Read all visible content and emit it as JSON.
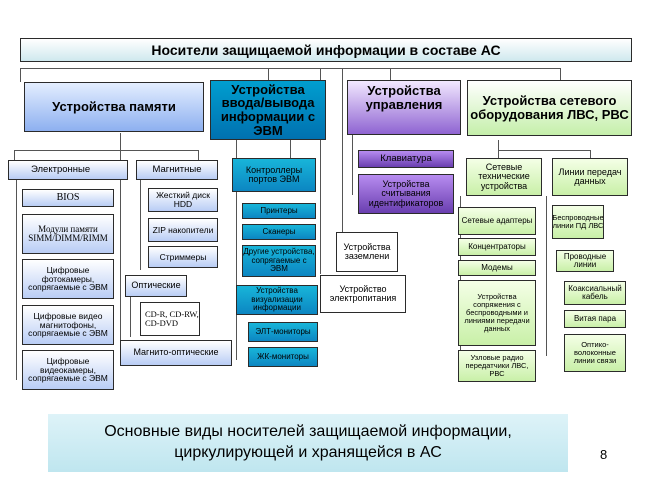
{
  "title": "Носители защищаемой информации в составе АС",
  "categories": {
    "memory": "Устройства памяти",
    "io": "Устройства ввода/вывода информации с ЭВМ",
    "control": "Устройства управления",
    "network": "Устройства сетевого оборудования ЛВС, РВС"
  },
  "memory": {
    "electronic": "Электронные",
    "bios": "BIOS",
    "modules": "Модули памяти SIMM/DIMM/RIMM",
    "photo": "Цифровые фотокамеры, сопрягаемые с ЭВМ",
    "video_tape": "Цифровые видео магнитофоны, сопрягаемые с ЭВМ",
    "video_cam": "Цифровые видеокамеры, сопрягаемые с ЭВМ",
    "magnetic": "Магнитные",
    "hdd": "Жесткий диск HDD",
    "zip": "ZIP накопители",
    "streamers": "Стриммеры",
    "optical": "Оптические",
    "cd": "CD-R, CD-RW, CD-DVD",
    "magneto_optical": "Магнито-оптические"
  },
  "io": {
    "controllers": "Контроллеры портов ЭВМ",
    "printers": "Принтеры",
    "scanners": "Сканеры",
    "other": "Другие устройства, сопрягаемые с ЭВМ",
    "visual": "Устройства визуализации информации",
    "crt": "ЭЛТ-мониторы",
    "lcd": "ЖК-мониторы"
  },
  "control": {
    "keyboard": "Клавиатура",
    "reader": "Устройства считывания идентификаторов",
    "grounding": "Устройства заземлени",
    "power": "Устройство электропитания"
  },
  "network": {
    "net_devices": "Сетевые технические устройства",
    "adapters": "Сетевые адаптеры",
    "concentrators": "Концентраторы",
    "modems": "Модемы",
    "interfacing": "Устройства сопряжения с беспроводными и линиями передачи данных",
    "radio": "Узловые радио передатчики ЛВС, РВС",
    "lines": "Линии передач данных",
    "wireless": "Беспроводные линии ПД ЛВС",
    "wired": "Проводные линии",
    "coax": "Коаксиальный кабель",
    "twisted": "Витая пара",
    "fiber": "Оптико-волоконные линии связи"
  },
  "caption": {
    "line1": "Основные виды носителей защищаемой информации,",
    "line2": "циркулирующей и хранящейся в АС"
  },
  "page_number": "8"
}
